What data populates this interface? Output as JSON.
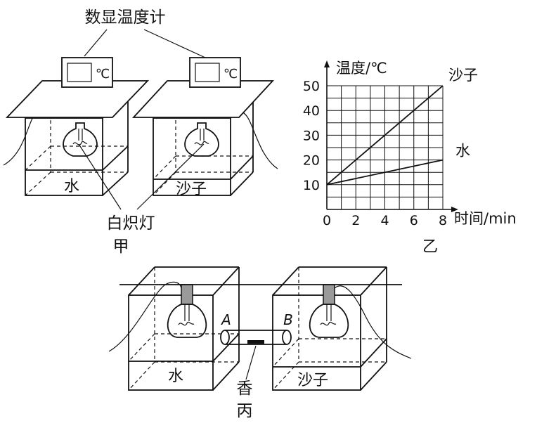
{
  "figure_jia": {
    "thermometer_title": "数显温度计",
    "unit_left": "℃",
    "unit_right": "℃",
    "label_water": "水",
    "label_sand": "沙子",
    "bulb_label": "白炽灯",
    "caption": "甲"
  },
  "figure_yi": {
    "caption": "乙"
  },
  "figure_bing": {
    "label_water": "水",
    "label_sand": "沙子",
    "point_a": "A",
    "point_b": "B",
    "incense_label": "香",
    "caption": "丙"
  },
  "chart_data": {
    "type": "line",
    "ylabel": "温度/℃",
    "xlabel": "时间/min",
    "xlim": [
      0,
      8
    ],
    "ylim": [
      0,
      50
    ],
    "x_ticks": [
      "0",
      "2",
      "4",
      "6",
      "8"
    ],
    "y_ticks": [
      "10",
      "20",
      "30",
      "40",
      "50"
    ],
    "grid": true,
    "series": [
      {
        "name": "沙子",
        "x": [
          0,
          8
        ],
        "y": [
          10,
          50
        ]
      },
      {
        "name": "水",
        "x": [
          0,
          8
        ],
        "y": [
          10,
          20
        ]
      }
    ]
  }
}
